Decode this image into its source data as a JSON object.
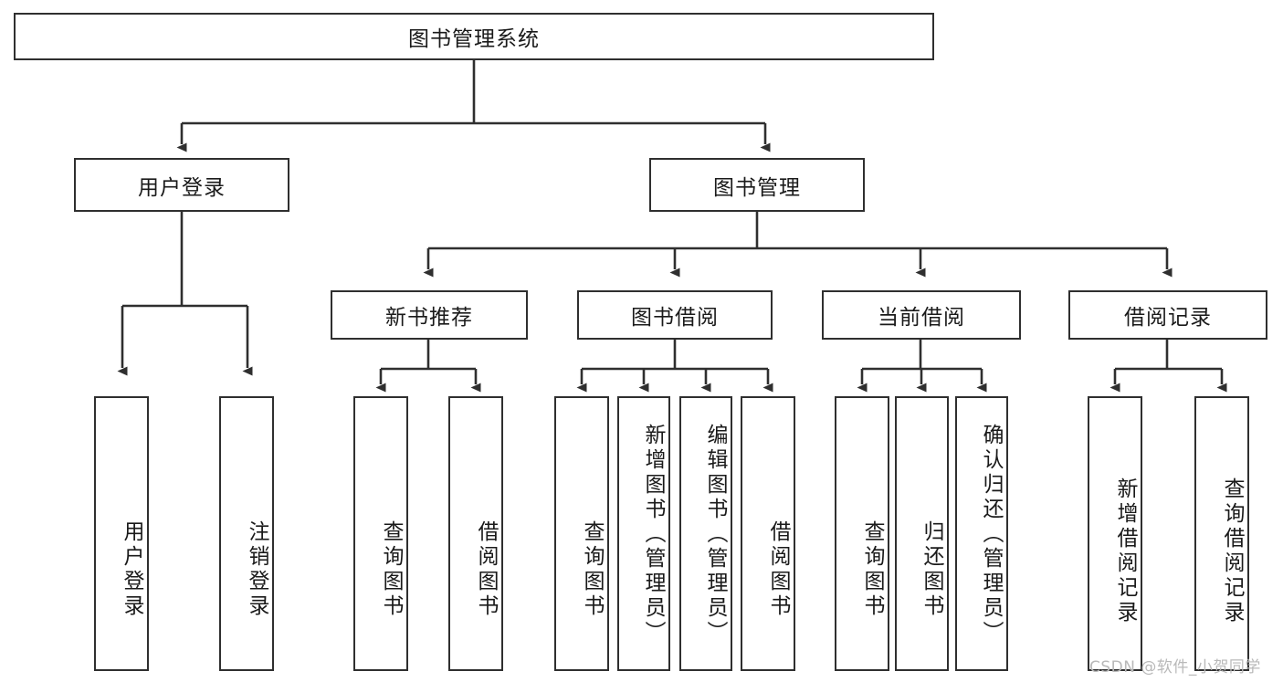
{
  "diagram": {
    "title": "图书管理系统",
    "root": {
      "id": "root",
      "label": "图书管理系统"
    },
    "level2": [
      {
        "id": "user-login",
        "label": "用户登录"
      },
      {
        "id": "book-management",
        "label": "图书管理"
      }
    ],
    "level3": [
      {
        "id": "new-book-recommend",
        "label": "新书推荐"
      },
      {
        "id": "book-borrow",
        "label": "图书借阅"
      },
      {
        "id": "current-borrow",
        "label": "当前借阅"
      },
      {
        "id": "borrow-record",
        "label": "借阅记录"
      }
    ],
    "leaves": [
      {
        "id": "leaf-user-login",
        "label": "用户登录",
        "parent": "user-login"
      },
      {
        "id": "leaf-logout-login",
        "label": "注销登录",
        "parent": "user-login"
      },
      {
        "id": "leaf-query-book-1",
        "label": "查询图书",
        "parent": "new-book-recommend"
      },
      {
        "id": "leaf-borrow-book-1",
        "label": "借阅图书",
        "parent": "new-book-recommend"
      },
      {
        "id": "leaf-query-book-2",
        "label": "查询图书",
        "parent": "book-borrow"
      },
      {
        "id": "leaf-add-book",
        "label": "新增图书（管理员）",
        "parent": "book-borrow"
      },
      {
        "id": "leaf-edit-book",
        "label": "编辑图书（管理员）",
        "parent": "book-borrow"
      },
      {
        "id": "leaf-borrow-book-2",
        "label": "借阅图书",
        "parent": "book-borrow"
      },
      {
        "id": "leaf-query-book-3",
        "label": "查询图书",
        "parent": "current-borrow"
      },
      {
        "id": "leaf-return-book",
        "label": "归还图书",
        "parent": "current-borrow"
      },
      {
        "id": "leaf-confirm-return",
        "label": "确认归还（管理员）",
        "parent": "current-borrow"
      },
      {
        "id": "leaf-add-record",
        "label": "新增借阅记录",
        "parent": "borrow-record"
      },
      {
        "id": "leaf-query-record",
        "label": "查询借阅记录",
        "parent": "borrow-record"
      }
    ],
    "colors": {
      "stroke": "#2f2f2f",
      "background": "#ffffff",
      "text": "#1a1a1a",
      "watermark": "#b9b9b9"
    }
  },
  "watermark": {
    "text": "CSDN @软件_小贺同学"
  }
}
